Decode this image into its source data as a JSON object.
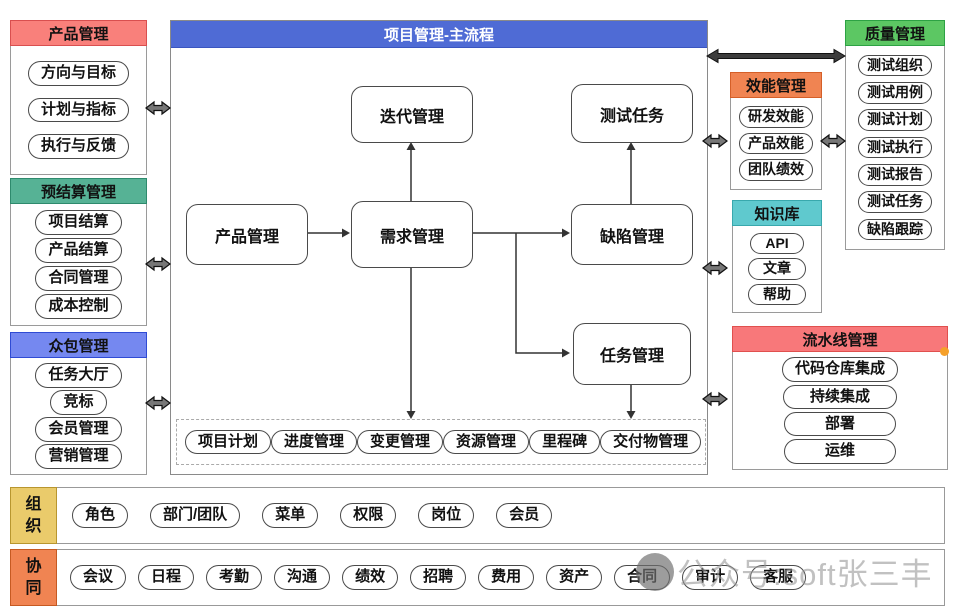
{
  "colors": {
    "red_header": "#F9807B",
    "teal_header": "#56B295",
    "blue_header": "#7588F0",
    "main_header_blue": "#4F6BD5",
    "orange_header": "#F08452",
    "cyan_header": "#5FC9CE",
    "green_header": "#5CC763",
    "pink_header": "#F8787A",
    "yellow_label": "#EACB6B",
    "orange_label": "#F08452",
    "accent_dot": "#F5A02A"
  },
  "left_panels": [
    {
      "title": "产品管理",
      "items": [
        "方向与目标",
        "计划与指标",
        "执行与反馈"
      ]
    },
    {
      "title": "预结算管理",
      "items": [
        "项目结算",
        "产品结算",
        "合同管理",
        "成本控制"
      ]
    },
    {
      "title": "众包管理",
      "items": [
        "任务大厅",
        "竞标",
        "会员管理",
        "营销管理"
      ]
    }
  ],
  "main_flow": {
    "title": "项目管理-主流程",
    "nodes": {
      "iteration": "迭代管理",
      "test_task": "测试任务",
      "product": "产品管理",
      "requirement": "需求管理",
      "defect": "缺陷管理",
      "task": "任务管理"
    },
    "bottom_items": [
      "项目计划",
      "进度管理",
      "变更管理",
      "资源管理",
      "里程碑",
      "交付物管理"
    ]
  },
  "right_panels": {
    "efficiency": {
      "title": "效能管理",
      "items": [
        "研发效能",
        "产品效能",
        "团队绩效"
      ]
    },
    "knowledge": {
      "title": "知识库",
      "items": [
        "API",
        "文章",
        "帮助"
      ]
    },
    "quality": {
      "title": "质量管理",
      "items": [
        "测试组织",
        "测试用例",
        "测试计划",
        "测试执行",
        "测试报告",
        "测试任务",
        "缺陷跟踪"
      ]
    },
    "pipeline": {
      "title": "流水线管理",
      "items": [
        "代码仓库集成",
        "持续集成",
        "部署",
        "运维"
      ]
    }
  },
  "bottom_rows": [
    {
      "label": "组织",
      "items": [
        "角色",
        "部门/团队",
        "菜单",
        "权限",
        "岗位",
        "会员"
      ]
    },
    {
      "label": "协同",
      "items": [
        "会议",
        "日程",
        "考勤",
        "沟通",
        "绩效",
        "招聘",
        "费用",
        "资产",
        "合同",
        "审计",
        "客服"
      ]
    }
  ],
  "watermark": {
    "text": "公众号:soft张三丰"
  }
}
